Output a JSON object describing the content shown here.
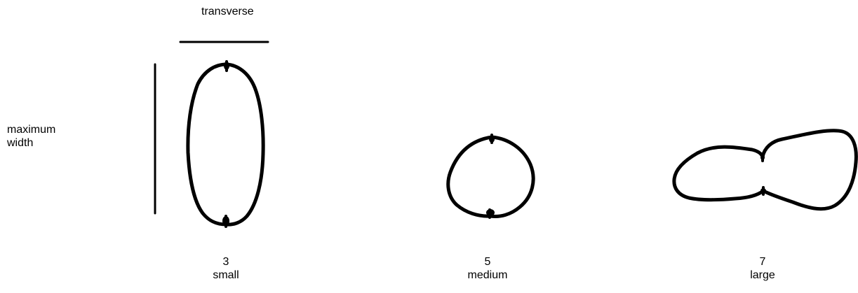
{
  "labels": {
    "transverse": "transverse",
    "maximum_width_line1": "maximum",
    "maximum_width_line2": "width"
  },
  "grades": [
    {
      "value": "3",
      "label": "small"
    },
    {
      "value": "5",
      "label": "medium"
    },
    {
      "value": "7",
      "label": "large"
    }
  ],
  "colors": {
    "ink": "#000000",
    "background": "#ffffff"
  }
}
